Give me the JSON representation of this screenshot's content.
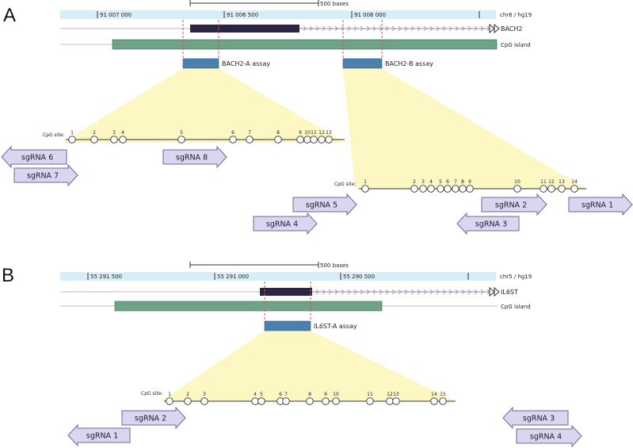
{
  "panels": [
    {
      "letter": "A",
      "scale_label": "500 bases",
      "coords": [
        "91 007 000",
        "91 006 500",
        "91 006 000"
      ],
      "assembly": "chr6 / hg19",
      "gene": "BACH2",
      "cpg_island": "CpG island",
      "assays": [
        {
          "label": "BACH2-A assay"
        },
        {
          "label": "BACH2-B assay"
        }
      ],
      "detail_a": {
        "title": "CpG site:",
        "sites": [
          "1",
          "2",
          "3",
          "4",
          "5",
          "6",
          "7",
          "8",
          "9",
          "10",
          "11",
          "12",
          "13"
        ],
        "sgrnas": [
          {
            "label": "sgRNA 6",
            "dir": "left"
          },
          {
            "label": "sgRNA 7",
            "dir": "right"
          },
          {
            "label": "sgRNA 8",
            "dir": "right"
          }
        ]
      },
      "detail_b": {
        "title": "CpG site:",
        "sites": [
          "1",
          "2",
          "3",
          "4",
          "5",
          "6",
          "7",
          "8",
          "9",
          "10",
          "11",
          "12",
          "13",
          "14"
        ],
        "sgrnas": [
          {
            "label": "sgRNA 5",
            "dir": "right"
          },
          {
            "label": "sgRNA 4",
            "dir": "right"
          },
          {
            "label": "sgRNA 2",
            "dir": "right"
          },
          {
            "label": "sgRNA 3",
            "dir": "left"
          },
          {
            "label": "sgRNA 1",
            "dir": "right"
          }
        ]
      }
    },
    {
      "letter": "B",
      "scale_label": "500 bases",
      "coords": [
        "55 291 500",
        "55 291 000",
        "55 290 500"
      ],
      "assembly": "chr5 / hg19",
      "gene": "IL6ST",
      "cpg_island": "CpG island",
      "assays": [
        {
          "label": "IL6ST-A assay"
        }
      ],
      "detail_a": {
        "title": "CpG site:",
        "sites": [
          "1",
          "2",
          "3",
          "4",
          "5",
          "6",
          "7",
          "8",
          "9",
          "10",
          "11",
          "12",
          "13",
          "14",
          "15"
        ],
        "sgrnas": [
          {
            "label": "sgRNA 2",
            "dir": "right"
          },
          {
            "label": "sgRNA 1",
            "dir": "left"
          },
          {
            "label": "sgRNA 3",
            "dir": "left"
          },
          {
            "label": "sgRNA 4",
            "dir": "right"
          }
        ]
      }
    }
  ],
  "colors": {
    "ruler": "#d6eef9",
    "exon": "#2b2544",
    "intron_arrow": "#8a87a6",
    "cpg_island": "#6fa386",
    "assay": "#4a7fb0",
    "highlight": "#fdf7c3",
    "sgrna_fill": "#d9d6f0",
    "sgrna_stroke": "#6c6799",
    "guide_dash": "#e0505a"
  }
}
